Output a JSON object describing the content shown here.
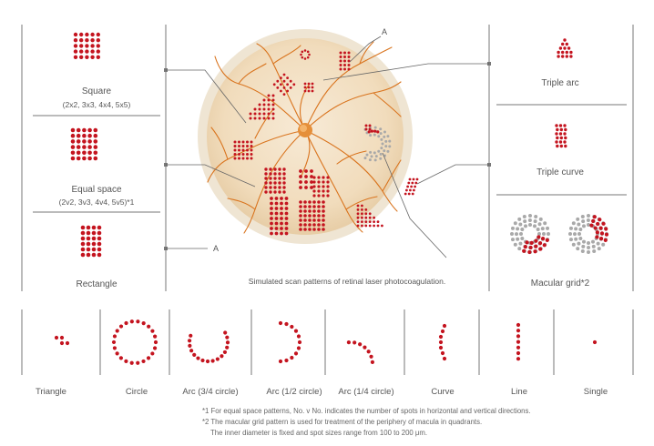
{
  "colors": {
    "spot_red": "#c4141f",
    "spot_gray": "#a9a9a9",
    "vessel": "#d9741e",
    "fundus_inner": "#f3dfc2",
    "fundus_outer": "#efe5d3",
    "rule": "#777777"
  },
  "left_panel": {
    "square": {
      "title": "Square",
      "sub": "(2x2, 3x3, 4x4, 5x5)"
    },
    "equal_space": {
      "title": "Equal space",
      "sub": "(2v2, 3v3, 4v4, 5v5)*1"
    },
    "rectangle": {
      "title": "Rectangle"
    }
  },
  "right_panel": {
    "triple_arc": {
      "title": "Triple arc"
    },
    "triple_curve": {
      "title": "Triple curve"
    },
    "macular_grid": {
      "title": "Macular grid*2"
    }
  },
  "center": {
    "label_a_top": "A",
    "label_a_side": "A",
    "caption": "Simulated scan patterns of retinal laser photocoagulation."
  },
  "bottom_patterns": [
    {
      "label": "Triangle"
    },
    {
      "label": "Circle"
    },
    {
      "label": "Arc (3/4 circle)"
    },
    {
      "label": "Arc (1/2 circle)"
    },
    {
      "label": "Arc (1/4 circle)"
    },
    {
      "label": "Curve"
    },
    {
      "label": "Line"
    },
    {
      "label": "Single"
    }
  ],
  "footnotes": {
    "n1": "*1 For equal space patterns, No. v No. indicates the number of spots in horizontal and vertical directions.",
    "n2": "*2 The macular grid pattern is used for treatment of the periphery of macula in quadrants.",
    "n3": "The inner diameter is fixed and spot sizes range from 100 to 200 μm."
  }
}
